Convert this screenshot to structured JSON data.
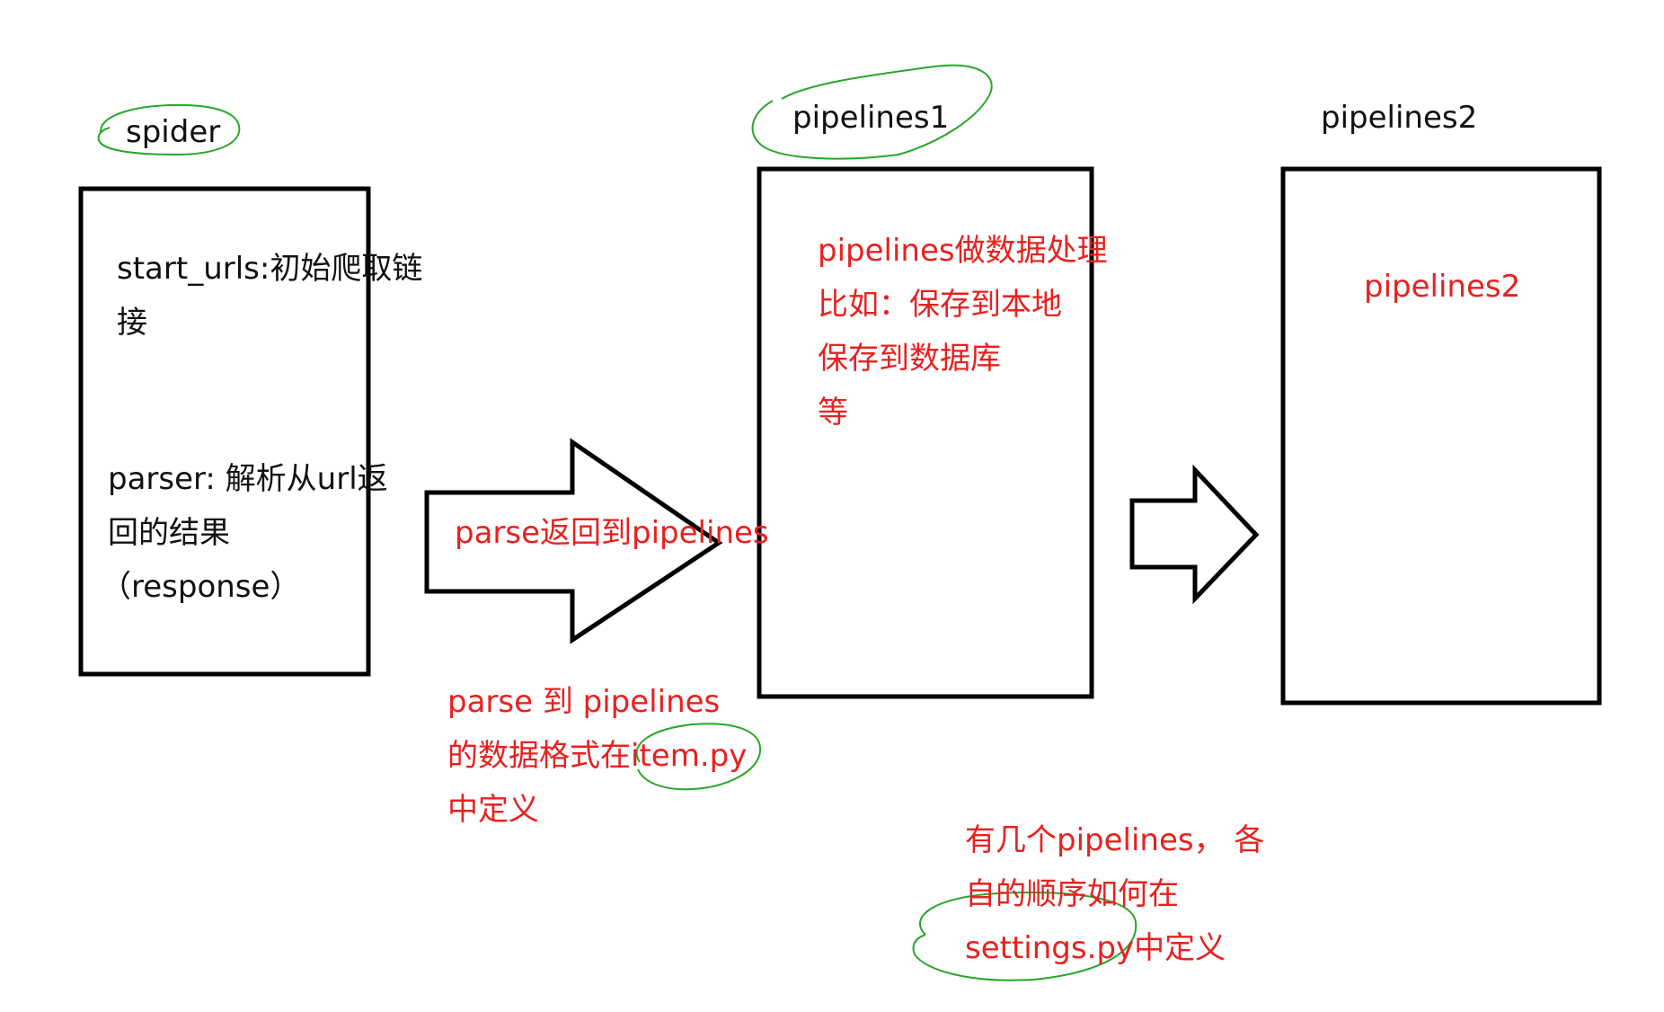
{
  "colors": {
    "ink": "#000000",
    "annotation": "#e8211f",
    "highlight_circle": "#2aa52a"
  },
  "spider": {
    "title": "spider",
    "line1": "start_urls:初始爬取链",
    "line2": "接",
    "line3": "parser: 解析从url返",
    "line4": "回的结果",
    "line5": "（response）"
  },
  "arrow1": {
    "label": "parse返回到pipelines"
  },
  "note_item": {
    "line1": "parse 到 pipelines",
    "line2": "的数据格式在item.py",
    "line3": "中定义"
  },
  "pipelines1": {
    "title": "pipelines1",
    "line1": "pipelines做数据处理",
    "line2": "比如：保存到本地",
    "line3": "保存到数据库",
    "line4": "等"
  },
  "pipelines2": {
    "title": "pipelines2",
    "label": "pipelines2"
  },
  "note_settings": {
    "line1": "有几个pipelines， 各",
    "line2": "自的顺序如何在",
    "line3": "settings.py中定义"
  }
}
